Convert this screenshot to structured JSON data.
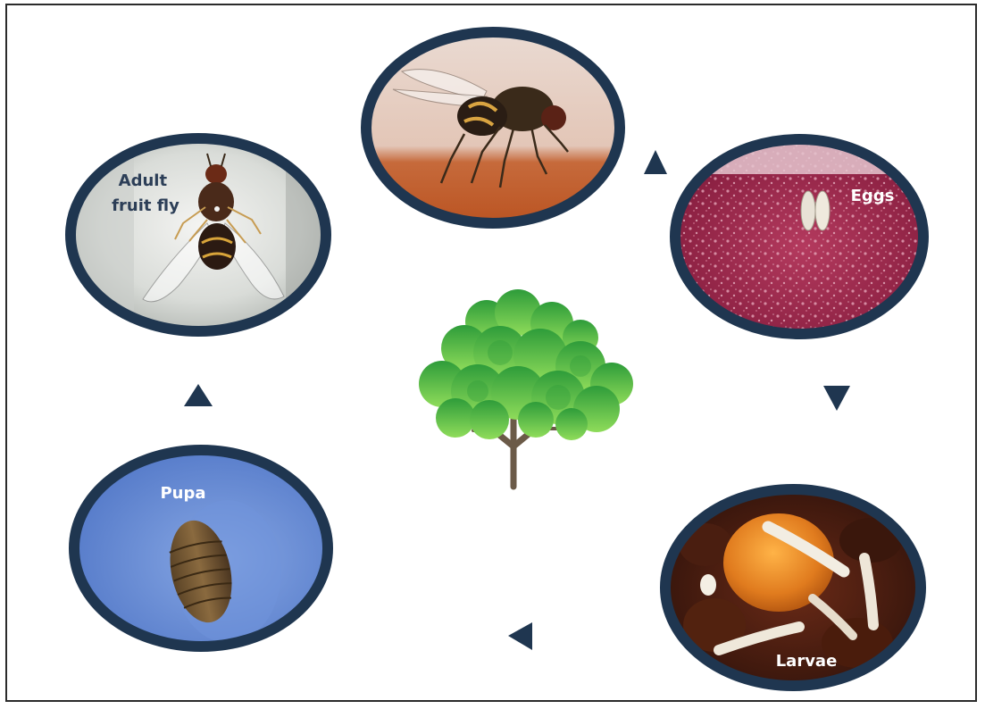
{
  "stages": [
    {
      "id": "adult",
      "label_lines": [
        "Adult",
        "fruit fly"
      ],
      "label_color": "#2c3e57"
    },
    {
      "id": "feeding-fly",
      "label_lines": []
    },
    {
      "id": "eggs",
      "label_lines": [
        "Eggs"
      ],
      "label_color": "#ffffff"
    },
    {
      "id": "larvae",
      "label_lines": [
        "Larvae"
      ],
      "label_color": "#ffffff"
    },
    {
      "id": "pupa",
      "label_lines": [
        "Pupa"
      ],
      "label_color": "#ffffff"
    }
  ],
  "colors": {
    "ring": "#1f3650",
    "arrow": "#1f3650",
    "tree_foliage_light": "#8fdc5a",
    "tree_foliage_dark": "#2e9c3a",
    "tree_trunk": "#6b5a48"
  },
  "icons": [
    "arrow-triangle-icon",
    "tree-icon"
  ]
}
